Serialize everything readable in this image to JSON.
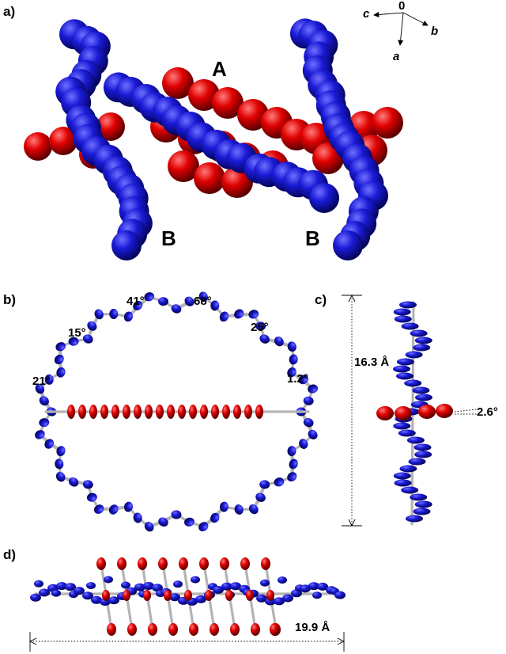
{
  "panels": {
    "a": {
      "label": "a)",
      "molecule_labels": [
        "A",
        "B",
        "B"
      ]
    },
    "b": {
      "label": "b)",
      "angles": [
        "41°",
        "68°",
        "15°",
        "25°",
        "21°",
        "1.2°"
      ]
    },
    "c": {
      "label": "c)",
      "height": "16.3 Å",
      "tilt": "2.6°"
    },
    "d": {
      "label": "d)",
      "width": "19.9 Å"
    }
  },
  "axes": {
    "origin": "0",
    "c": "c",
    "b": "b",
    "a": "a"
  },
  "colors": {
    "macrocycle": "#1414c8",
    "guest": "#d40000",
    "bond": "#b4b4b4"
  }
}
